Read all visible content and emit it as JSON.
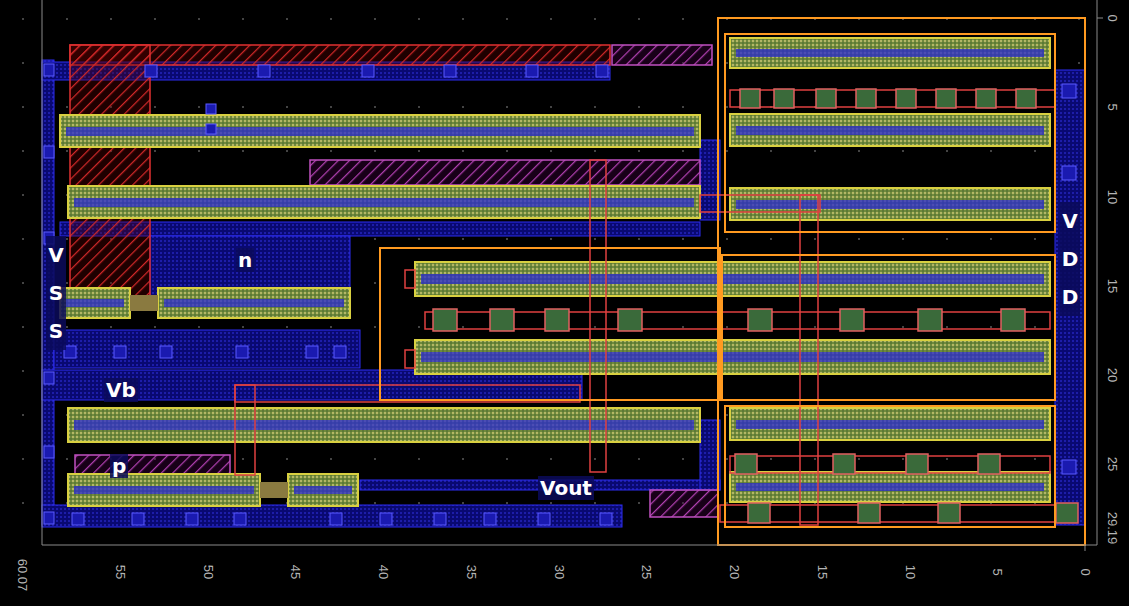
{
  "diagram": {
    "labels": [
      "V S S",
      "n",
      "Vb",
      "p",
      "Vout",
      "V D D",
      "60.07",
      "55",
      "50",
      "45",
      "40",
      "35",
      "30",
      "25",
      "20",
      "15",
      "10",
      "5",
      "0",
      "0",
      "5",
      "10",
      "15",
      "20",
      "25",
      "29.19"
    ]
  }
}
